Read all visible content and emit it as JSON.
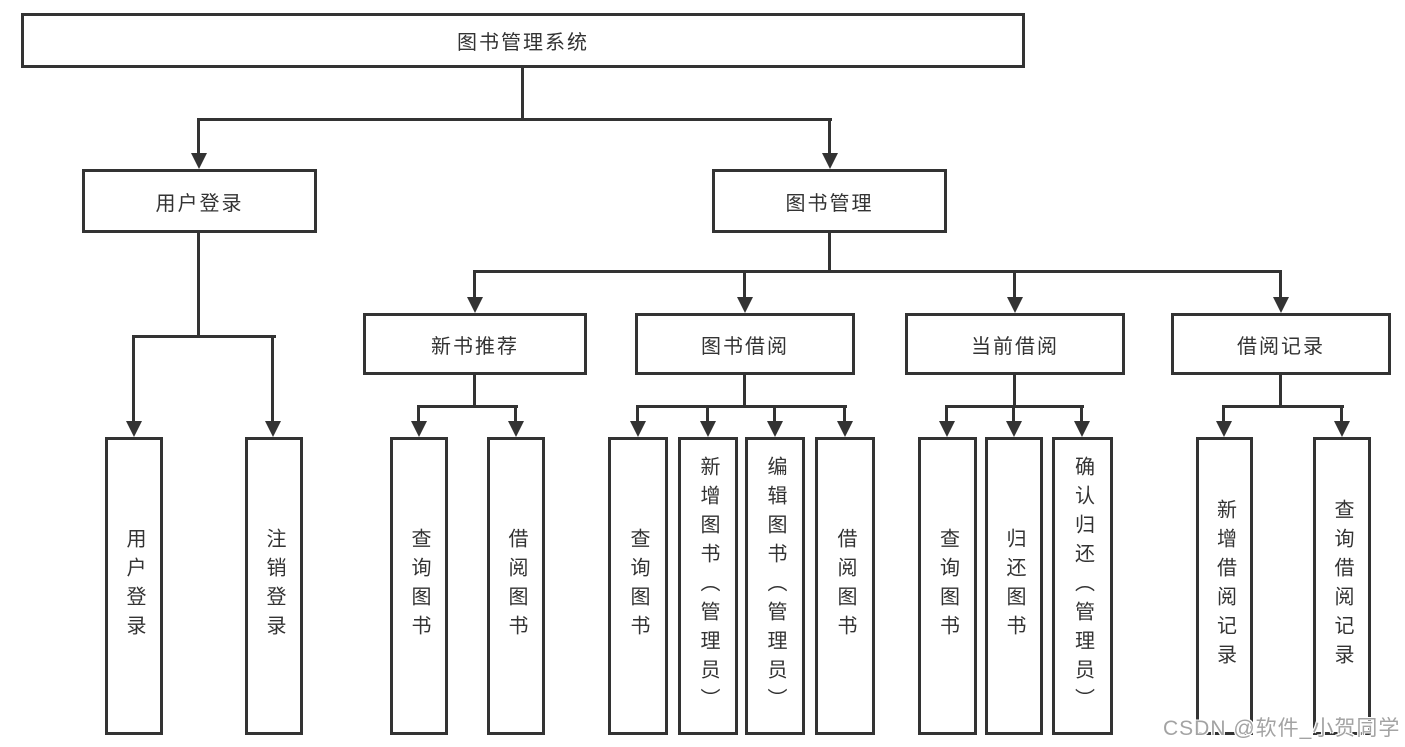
{
  "diagram": {
    "root": "图书管理系统",
    "branches": {
      "user_login": "用户登录",
      "book_mgmt": "图书管理"
    },
    "sections": {
      "new_book": "新书推荐",
      "borrow": "图书借阅",
      "current": "当前借阅",
      "records": "借阅记录"
    },
    "leaves": {
      "ul_login": "用户登录",
      "ul_logout": "注销登录",
      "nb_query": "查询图书",
      "nb_borrow": "借阅图书",
      "bw_query": "查询图书",
      "bw_add": "新增图书（管理员）",
      "bw_edit": "编辑图书（管理员）",
      "bw_borrow": "借阅图书",
      "cu_query": "查询图书",
      "cu_return": "归还图书",
      "cu_confirm": "确认归还（管理员）",
      "rc_add": "新增借阅记录",
      "rc_query": "查询借阅记录"
    }
  },
  "watermark": "CSDN @软件_小贺同学",
  "colors": {
    "line": "#333333",
    "text": "#333333",
    "background": "#ffffff",
    "watermark": "#a3a3a3"
  }
}
